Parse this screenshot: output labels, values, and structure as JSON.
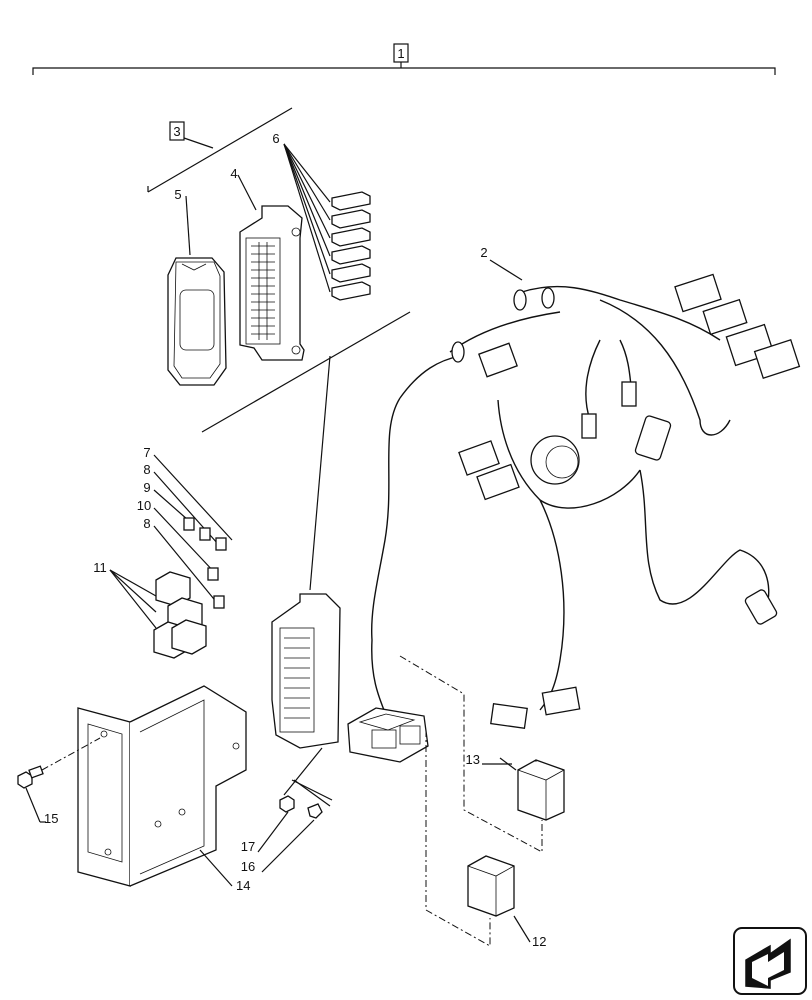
{
  "callouts": {
    "c1": "1",
    "c2": "2",
    "c3": "3",
    "c4": "4",
    "c5": "5",
    "c6": "6",
    "c7": "7",
    "c8a": "8",
    "c9": "9",
    "c10": "10",
    "c8b": "8",
    "c11": "11",
    "c12": "12",
    "c13": "13",
    "c14": "14",
    "c15": "15",
    "c16": "16",
    "c17": "17"
  },
  "nav_icon": "next-page-arrow-icon"
}
